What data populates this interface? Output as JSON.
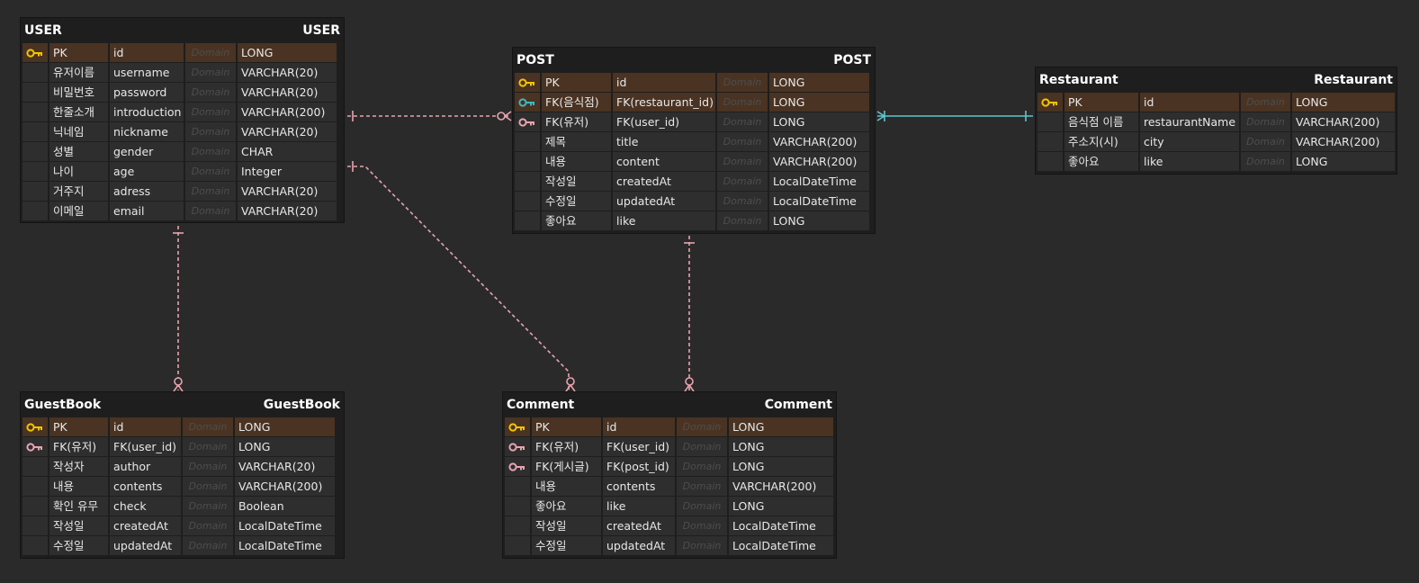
{
  "colors": {
    "background": "#2a2a2a",
    "pk_key": "#f2c500",
    "fk_key": "#e8a3b0",
    "fk_key_teal": "#3fb8c0",
    "relation_line": "#e8a3b0",
    "relation_line_teal": "#5ec4cc"
  },
  "entities": [
    {
      "id": "user",
      "name": "USER",
      "alias": "USER",
      "columns": [
        {
          "key": "pk-key-icon",
          "name": "PK",
          "physical": "id",
          "domain": "Domain",
          "type": "LONG",
          "highlight": true
        },
        {
          "key": "",
          "name": "유저이름",
          "physical": "username",
          "domain": "Domain",
          "type": "VARCHAR(20)",
          "highlight": false
        },
        {
          "key": "",
          "name": "비밀번호",
          "physical": "password",
          "domain": "Domain",
          "type": "VARCHAR(20)",
          "highlight": false
        },
        {
          "key": "",
          "name": "한줄소개",
          "physical": "introduction",
          "domain": "Domain",
          "type": "VARCHAR(200)",
          "highlight": false
        },
        {
          "key": "",
          "name": "닉네임",
          "physical": "nickname",
          "domain": "Domain",
          "type": "VARCHAR(20)",
          "highlight": false
        },
        {
          "key": "",
          "name": "성별",
          "physical": "gender",
          "domain": "Domain",
          "type": "CHAR",
          "highlight": false
        },
        {
          "key": "",
          "name": "나이",
          "physical": "age",
          "domain": "Domain",
          "type": "Integer",
          "highlight": false
        },
        {
          "key": "",
          "name": "거주지",
          "physical": "adress",
          "domain": "Domain",
          "type": "VARCHAR(20)",
          "highlight": false
        },
        {
          "key": "",
          "name": "이메일",
          "physical": "email",
          "domain": "Domain",
          "type": "VARCHAR(20)",
          "highlight": false
        }
      ]
    },
    {
      "id": "post",
      "name": "POST",
      "alias": "POST",
      "columns": [
        {
          "key": "pk-key-icon",
          "name": "PK",
          "physical": "id",
          "domain": "Domain",
          "type": "LONG",
          "highlight": true
        },
        {
          "key": "fk-teal-key-icon",
          "name": "FK(음식점)",
          "physical": "FK(restaurant_id)",
          "domain": "Domain",
          "type": "LONG",
          "highlight": true
        },
        {
          "key": "fk-key-icon",
          "name": "FK(유저)",
          "physical": "FK(user_id)",
          "domain": "Domain",
          "type": "LONG",
          "highlight": false
        },
        {
          "key": "",
          "name": "제목",
          "physical": "title",
          "domain": "Domain",
          "type": "VARCHAR(200)",
          "highlight": false
        },
        {
          "key": "",
          "name": "내용",
          "physical": "content",
          "domain": "Domain",
          "type": "VARCHAR(200)",
          "highlight": false
        },
        {
          "key": "",
          "name": "작성일",
          "physical": "createdAt",
          "domain": "Domain",
          "type": "LocalDateTime",
          "highlight": false
        },
        {
          "key": "",
          "name": "수정일",
          "physical": "updatedAt",
          "domain": "Domain",
          "type": "LocalDateTime",
          "highlight": false
        },
        {
          "key": "",
          "name": "좋아요",
          "physical": "like",
          "domain": "Domain",
          "type": "LONG",
          "highlight": false
        }
      ]
    },
    {
      "id": "restaurant",
      "name": "Restaurant",
      "alias": "Restaurant",
      "columns": [
        {
          "key": "pk-key-icon",
          "name": "PK",
          "physical": "id",
          "domain": "Domain",
          "type": "LONG",
          "highlight": true
        },
        {
          "key": "",
          "name": "음식점 이름",
          "physical": "restaurantName",
          "domain": "Domain",
          "type": "VARCHAR(200)",
          "highlight": false
        },
        {
          "key": "",
          "name": "주소지(시)",
          "physical": "city",
          "domain": "Domain",
          "type": "VARCHAR(200)",
          "highlight": false
        },
        {
          "key": "",
          "name": "좋아요",
          "physical": "like",
          "domain": "Domain",
          "type": "LONG",
          "highlight": false
        }
      ]
    },
    {
      "id": "guestbook",
      "name": "GuestBook",
      "alias": "GuestBook",
      "columns": [
        {
          "key": "pk-key-icon",
          "name": "PK",
          "physical": "id",
          "domain": "Domain",
          "type": "LONG",
          "highlight": true
        },
        {
          "key": "fk-key-icon",
          "name": "FK(유저)",
          "physical": "FK(user_id)",
          "domain": "Domain",
          "type": "LONG",
          "highlight": false
        },
        {
          "key": "",
          "name": "작성자",
          "physical": "author",
          "domain": "Domain",
          "type": "VARCHAR(20)",
          "highlight": false
        },
        {
          "key": "",
          "name": "내용",
          "physical": "contents",
          "domain": "Domain",
          "type": "VARCHAR(200)",
          "highlight": false
        },
        {
          "key": "",
          "name": "확인 유무",
          "physical": "check",
          "domain": "Domain",
          "type": "Boolean",
          "highlight": false
        },
        {
          "key": "",
          "name": "작성일",
          "physical": "createdAt",
          "domain": "Domain",
          "type": "LocalDateTime",
          "highlight": false
        },
        {
          "key": "",
          "name": "수정일",
          "physical": "updatedAt",
          "domain": "Domain",
          "type": "LocalDateTime",
          "highlight": false
        }
      ]
    },
    {
      "id": "comment",
      "name": "Comment",
      "alias": "Comment",
      "columns": [
        {
          "key": "pk-key-icon",
          "name": "PK",
          "physical": "id",
          "domain": "Domain",
          "type": "LONG",
          "highlight": true
        },
        {
          "key": "fk-key-icon",
          "name": "FK(유저)",
          "physical": "FK(user_id)",
          "domain": "Domain",
          "type": "LONG",
          "highlight": false
        },
        {
          "key": "fk-key-icon",
          "name": "FK(게시글)",
          "physical": "FK(post_id)",
          "domain": "Domain",
          "type": "LONG",
          "highlight": false
        },
        {
          "key": "",
          "name": "내용",
          "physical": "contents",
          "domain": "Domain",
          "type": "VARCHAR(200)",
          "highlight": false
        },
        {
          "key": "",
          "name": "좋아요",
          "physical": "like",
          "domain": "Domain",
          "type": "LONG",
          "highlight": false
        },
        {
          "key": "",
          "name": "작성일",
          "physical": "createdAt",
          "domain": "Domain",
          "type": "LocalDateTime",
          "highlight": false
        },
        {
          "key": "",
          "name": "수정일",
          "physical": "updatedAt",
          "domain": "Domain",
          "type": "LocalDateTime",
          "highlight": false
        }
      ]
    }
  ],
  "relations": [
    {
      "from": "USER",
      "to": "POST",
      "style": "dashed",
      "color": "#e8a3b0",
      "cardinality": "one-to-zero-or-many"
    },
    {
      "from": "USER",
      "to": "GuestBook",
      "style": "dashed",
      "color": "#e8a3b0",
      "cardinality": "one-to-zero-or-many"
    },
    {
      "from": "USER",
      "to": "Comment",
      "style": "dashed",
      "color": "#e8a3b0",
      "cardinality": "one-to-zero-or-many"
    },
    {
      "from": "POST",
      "to": "Comment",
      "style": "dashed",
      "color": "#e8a3b0",
      "cardinality": "one-to-zero-or-many"
    },
    {
      "from": "Restaurant",
      "to": "POST",
      "style": "solid",
      "color": "#5ec4cc",
      "cardinality": "one-to-one-or-many"
    }
  ]
}
